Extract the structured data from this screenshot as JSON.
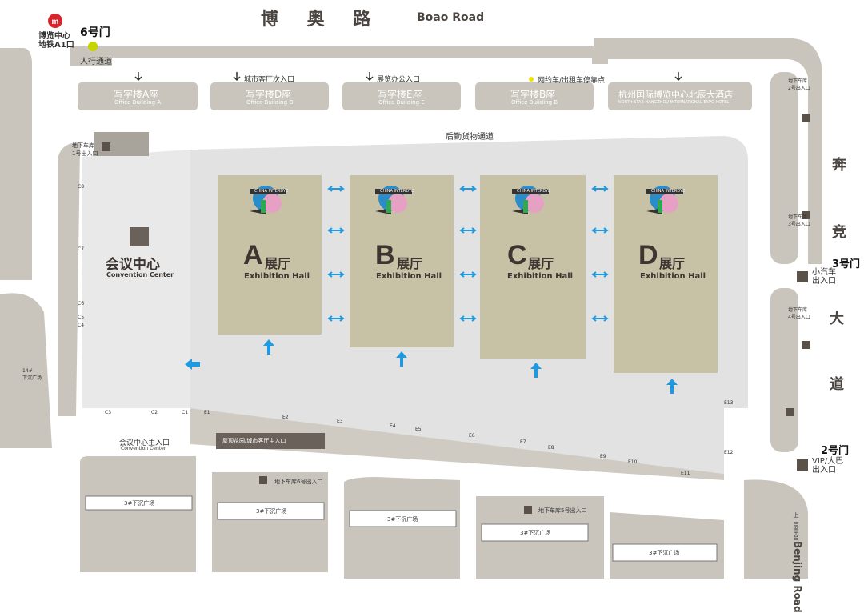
{
  "road_top": {
    "cn": "博 奥 路",
    "en": "Boao Road"
  },
  "road_right_cn": [
    "奔",
    "竞",
    "大",
    "道"
  ],
  "road_right_en": "Benjing Road",
  "metro": {
    "line1": "博览中心",
    "line2": "地铁A1口"
  },
  "gates": {
    "gate6": "6号门",
    "gate3": "3号门",
    "gate2": "2号门"
  },
  "pedestrian": "人行通道",
  "buildings": [
    {
      "cn": "写字楼A座",
      "en": "Office Building A"
    },
    {
      "cn": "写字楼D座",
      "en": "Office Building D"
    },
    {
      "cn": "写字楼E座",
      "en": "Office Building E"
    },
    {
      "cn": "写字楼B座",
      "en": "Office Building B"
    },
    {
      "cn": "杭州国际博览中心北辰大酒店",
      "en": "NORTH STAR HANGZHOU INTERNATIONAL EXPO HOTEL"
    }
  ],
  "top_entries": {
    "city_hall": "城市客厅次入口",
    "expo_office": "展览办公入口",
    "taxi": "网约车/出租车停靠点"
  },
  "logistics": "后勤货物通道",
  "parking": {
    "p1": "地下车库\n1号出入口",
    "p2": "地下车库\n2号出入口",
    "p3": "地下车库\n3号出入口",
    "p4": "地下车库\n4号出入口",
    "p5": "地下车库5号出入口",
    "p6": "地下车库6号出入口"
  },
  "convention": {
    "cn": "会议中心",
    "en": "Convention Center"
  },
  "convention_entry": {
    "cn": "会议中心主入口",
    "en": "Convention Center"
  },
  "halls": [
    {
      "letter": "A",
      "cn": "展厅",
      "en": "Exhibition Hall"
    },
    {
      "letter": "B",
      "cn": "展厅",
      "en": "Exhibition Hall"
    },
    {
      "letter": "C",
      "cn": "展厅",
      "en": "Exhibition Hall"
    },
    {
      "letter": "D",
      "cn": "展厅",
      "en": "Exhibition Hall"
    }
  ],
  "logo_text": "CHINA INTERDYE",
  "car_exit": "小汽车\n出入口",
  "vip_exit": "VIP/大巴\n出入口",
  "roof_garden": "屋顶花园/城市客厅主入口",
  "second_floor": "上二层平台",
  "plaza_label": "3#下沉广场",
  "plaza14": "14#\n下沉广场",
  "entrances": {
    "C1": "C1",
    "C2": "C2",
    "C3": "C3",
    "C4": "C4",
    "C5": "C5",
    "C6": "C6",
    "C7": "C7",
    "C8": "C8",
    "E1": "E1",
    "E2": "E2",
    "E3": "E3",
    "E4": "E4",
    "E5": "E5",
    "E6": "E6",
    "E7": "E7",
    "E8": "E8",
    "E9": "E9",
    "E10": "E10",
    "E11": "E11",
    "E12": "E12",
    "E13": "E13"
  },
  "colors": {
    "block": "#c9c4bc",
    "hall": "#c7c2a6",
    "venue": "#e2e2e2",
    "arrow": "#1f9ae0",
    "dark": "#5a5249",
    "metro_red": "#d7252b",
    "taxi_dot": "#f2e100"
  }
}
